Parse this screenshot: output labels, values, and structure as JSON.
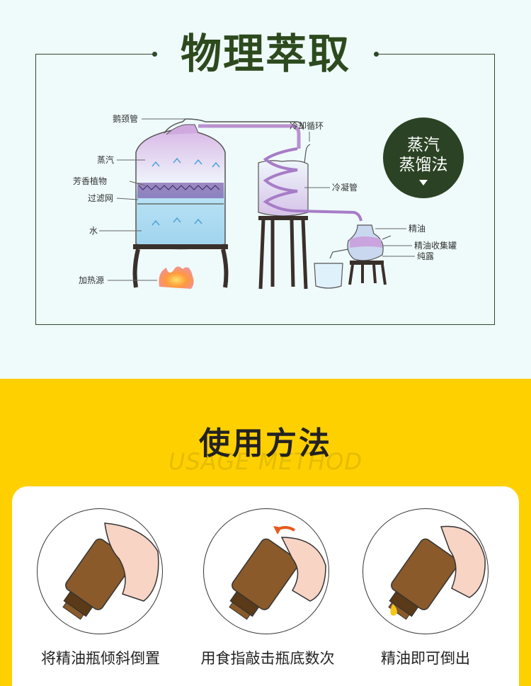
{
  "header": {
    "title": "物理萃取",
    "badge_line1": "蒸汽",
    "badge_line2": "蒸馏法"
  },
  "diagram": {
    "labels": {
      "gooseneck": "鹅颈管",
      "steam": "蒸汽",
      "plants": "芳香植物",
      "filter": "过滤网",
      "water": "水",
      "heat": "加热源",
      "cooling_cycle": "冷却循环",
      "condenser": "冷凝管",
      "essential_oil": "精油",
      "collector": "精油收集罐",
      "hydrosol": "纯露"
    }
  },
  "usage": {
    "title": "使用方法",
    "subtitle_en": "USAGE METHOD",
    "steps": [
      {
        "text": "将精油瓶倾斜倒置"
      },
      {
        "text": "用食指敲击瓶底数次"
      },
      {
        "text": "精油即可倒出"
      }
    ]
  },
  "colors": {
    "dark_green": "#2b4324",
    "yellow": "#ffd000",
    "bg_top": "#effafa"
  }
}
